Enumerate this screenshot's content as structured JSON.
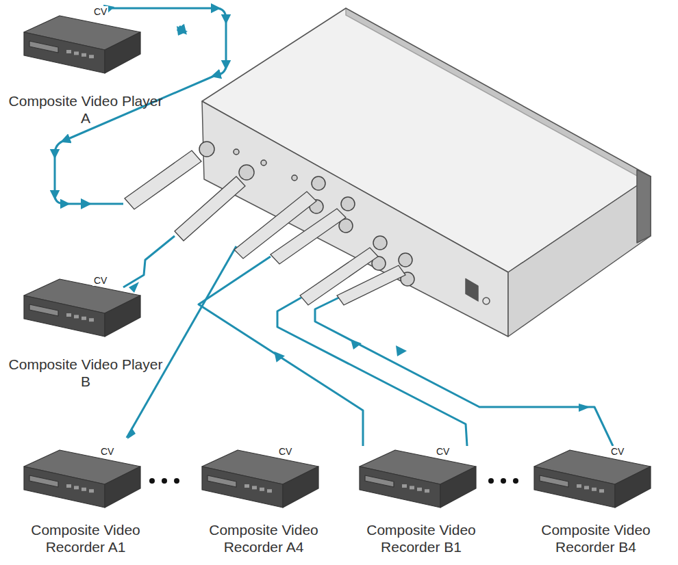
{
  "diagram": {
    "nodes": [
      {
        "text": [
          "CV",
          "Composite Video Player A"
        ]
      },
      {
        "text": [
          "CV",
          "Composite Video Player B"
        ]
      },
      {
        "text": [
          "CV",
          "Composite Video Recorder A1"
        ]
      },
      {
        "text": [
          "CV",
          "Composite Video Recorder A4"
        ]
      },
      {
        "text": [
          "CV",
          "Composite Video Recorder B1"
        ]
      },
      {
        "text": [
          "CV",
          "Composite Video Recorder B4"
        ]
      }
    ]
  }
}
